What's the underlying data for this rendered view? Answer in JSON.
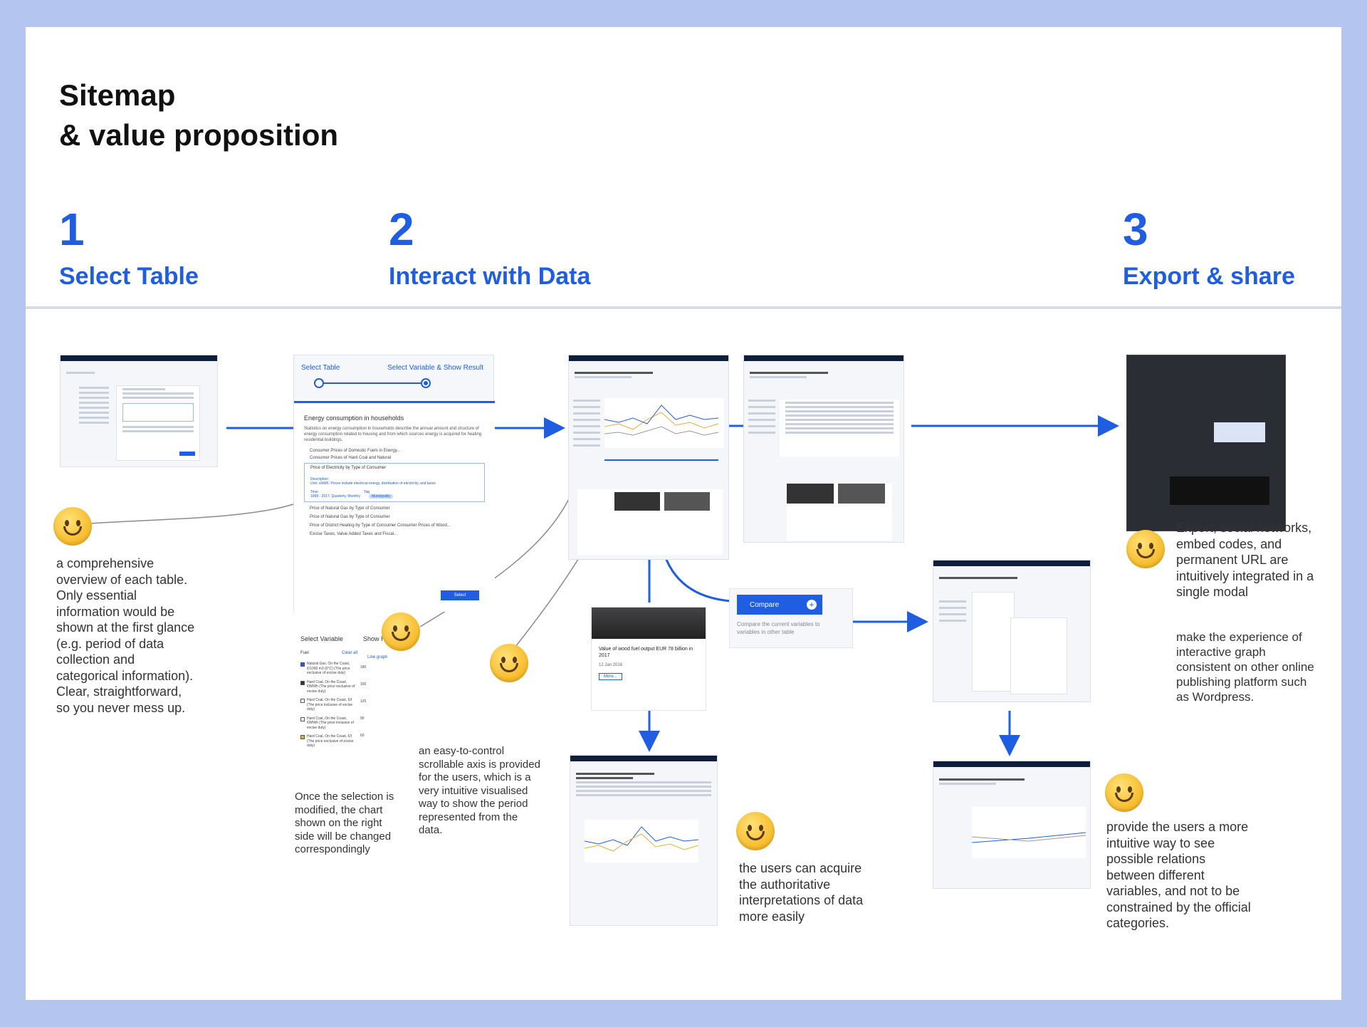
{
  "title_line1": "Sitemap",
  "title_line2": "& value proposition",
  "steps": [
    {
      "number": "1",
      "label": "Select Table"
    },
    {
      "number": "2",
      "label": "Interact with Data"
    },
    {
      "number": "3",
      "label": "Export & share"
    }
  ],
  "notes": {
    "overview": "a comprehensive overview of each table. Only essential information would be shown at the first glance (e.g. period of data collection and categorical information). Clear, straightforward, so you never mess up.",
    "selection": "Once the selection is modified, the chart shown on the right side will be changed correspondingly",
    "axis": "an easy-to-control scrollable axis is provided for the users, which is a very intuitive visualised way to show the period represented from the data.",
    "interpretation": "the users can acquire the authoritative interpretations of data more easily",
    "export": "Export, social networks, embed codes, and permanent URL are intuitively integrated in a single modal",
    "consistent": "make the experience of interactive graph consistent on other online publishing platform such as Wordpress.",
    "relations": "provide the users a more intuitive way to see possible relations between different variables, and not to be constrained by the official categories."
  },
  "select_table_mock": {
    "tab1": "Select Table",
    "tab2": "Select Variable & Show Result",
    "heading": "Energy consumption in households",
    "description": "Statistics on energy consumption in households describe the annual amount and structure of energy consumption related to housing and from which sources energy is acquired for heating residential buildings.",
    "items": [
      "Consumer Prices of Domestic Fuels in Energy...",
      "Consumer Prices of Hard Coal and Natural",
      "Price of Electricity by Type of Consumer",
      "Price of Natural Gas by Type of Consumer",
      "Price of Natural Gas by Type of Consumer",
      "Price of District Heating by Type of Consumer Consumer Prices of Wood...",
      "Excise Taxes, Value Added Taxes and Fiscal..."
    ],
    "expanded_desc_label": "Description",
    "expanded_desc": "Unit: c/kWh. Prices include electrical energy, distribution of electricity, and taxes",
    "expanded_time_label": "Time",
    "expanded_time": "1998 - 2017, Quarterly, Monthly",
    "expanded_tag_label": "Tag",
    "expanded_tag": "Municipality",
    "select_button": "Select"
  },
  "variable_mock": {
    "tab1": "Select Variable",
    "tab2": "Show Result",
    "fuel_label": "Fuel",
    "clear_all": "Clear all",
    "graph_tab": "Line graph",
    "options": [
      "Natural Gas, On the Coast, €/1000 m3 (0°C) (The price exclusive of excise duty)",
      "Hard Coal, On the Coast, €/MWh (The price exclusive of excise duty)",
      "Hard Coal, On the Coast, €/t (The price inclusive of excise duty)",
      "Hard Coal, On the Coast, €/MWh (The price inclusive of excise duty)",
      "Hard Coal, On the Coast, €/t (The price exclusive of excise duty)"
    ],
    "y_ticks": [
      "180",
      "150",
      "120",
      "90",
      "60"
    ]
  },
  "compare_mock": {
    "button": "Compare",
    "caption": "Compare the current variables to variables in other table"
  },
  "article_mock": {
    "headline": "Value of wood fuel output EUR 78 billion in 2017",
    "date": "12 Jan 2018",
    "more": "More..."
  },
  "colors": {
    "accent": "#1f5ee0",
    "background": "#b4c5f0",
    "navbar": "#0f1e3a",
    "line_connector": "#8a8a8a"
  }
}
